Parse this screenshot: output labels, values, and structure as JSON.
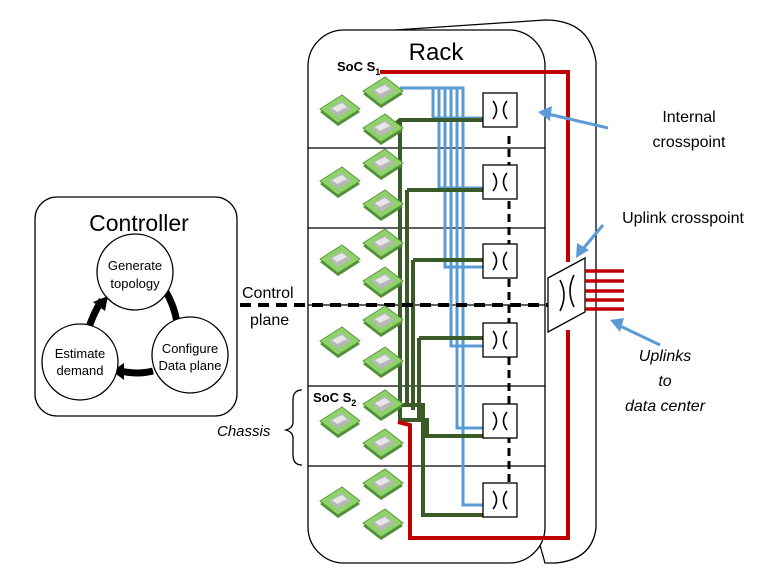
{
  "controller": {
    "title": "Controller",
    "steps": {
      "generate": [
        "Generate",
        "topology"
      ],
      "configure": [
        "Configure",
        "Data plane"
      ],
      "estimate": [
        "Estimate",
        "demand"
      ]
    }
  },
  "control_plane": [
    "Control",
    "plane"
  ],
  "rack": {
    "title": "Rack",
    "soc1": {
      "prefix": "SoC S",
      "sub": "1"
    },
    "soc2": {
      "prefix": "SoC S",
      "sub": "2"
    },
    "chassis_label": "Chassis"
  },
  "annotations": {
    "internal_crosspoint": [
      "Internal",
      "crosspoint"
    ],
    "uplink_crosspoint": "Uplink crosspoint",
    "uplinks": [
      "Uplinks",
      "to",
      "data center"
    ]
  },
  "colors": {
    "red_link": "#c00000",
    "blue_link": "#5b9bd5",
    "green_link": "#3a5a27",
    "chip_green": "#7cc35a",
    "arrow_blue": "#5b9bd5"
  }
}
